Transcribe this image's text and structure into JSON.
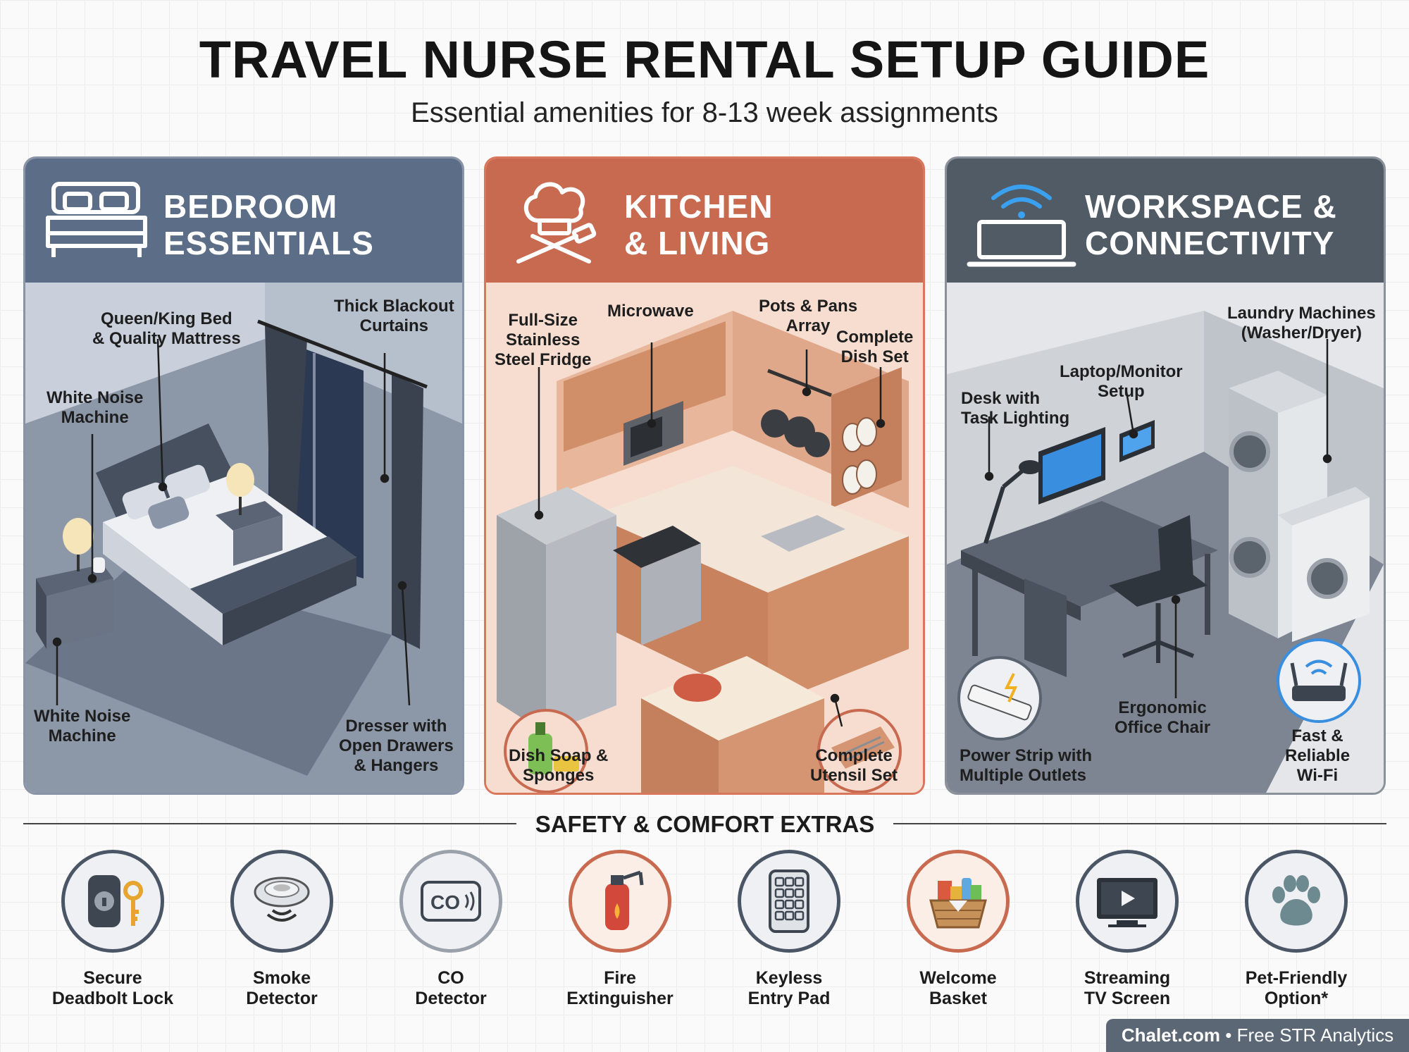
{
  "header": {
    "title": "TRAVEL NURSE RENTAL SETUP GUIDE",
    "subtitle": "Essential amenities for 8-13 week assignments"
  },
  "panels": [
    {
      "title_line1": "BEDROOM",
      "title_line2": "ESSENTIALS",
      "icon": "bed-icon",
      "color": "#5c6d87",
      "labels": [
        {
          "line1": "Queen/King Bed",
          "line2": "& Quality Mattress"
        },
        {
          "line1": "Thick Blackout",
          "line2": "Curtains"
        },
        {
          "line1": "White Noise",
          "line2": "Machine"
        },
        {
          "line1": "White Noise",
          "line2": "Machine"
        },
        {
          "line1": "Dresser with",
          "line2": "Open Drawers",
          "line3": "& Hangers"
        }
      ]
    },
    {
      "title_line1": "KITCHEN",
      "title_line2": "& LIVING",
      "icon": "chef-hat-utensils-icon",
      "color": "#c86a50",
      "labels": [
        {
          "line1": "Full-Size",
          "line2": "Stainless",
          "line3": "Steel Fridge"
        },
        {
          "line1": "Microwave"
        },
        {
          "line1": "Pots & Pans",
          "line2": "Array"
        },
        {
          "line1": "Complete",
          "line2": "Dish Set"
        },
        {
          "line1": "Dish Soap &",
          "line2": "Sponges"
        },
        {
          "line1": "Complete",
          "line2": "Utensil Set"
        }
      ]
    },
    {
      "title_line1": "WORKSPACE &",
      "title_line2": "CONNECTIVITY",
      "icon": "laptop-wifi-icon",
      "color": "#505b66",
      "labels": [
        {
          "line1": "Laundry Machines",
          "line2": "(Washer/Dryer)"
        },
        {
          "line1": "Laptop/Monitor",
          "line2": "Setup"
        },
        {
          "line1": "Desk with",
          "line2": "Task Lighting"
        },
        {
          "line1": "Ergonomic",
          "line2": "Office Chair"
        },
        {
          "line1": "Power Strip with",
          "line2": "Multiple Outlets"
        },
        {
          "line1": "Fast &",
          "line2": "Reliable",
          "line3": "Wi-Fi"
        }
      ]
    }
  ],
  "extras": {
    "title": "SAFETY & COMFORT EXTRAS",
    "items": [
      {
        "line1": "Secure",
        "line2": "Deadbolt Lock",
        "icon": "deadbolt-key-icon",
        "ring": "#4a5566"
      },
      {
        "line1": "Smoke",
        "line2": "Detector",
        "icon": "smoke-detector-icon",
        "ring": "#4a5566"
      },
      {
        "line1": "CO",
        "line2": "Detector",
        "icon": "co-detector-icon",
        "badge": "CO",
        "ring": "#4a5566"
      },
      {
        "line1": "Fire",
        "line2": "Extinguisher",
        "icon": "fire-extinguisher-icon",
        "ring": "#c86a50"
      },
      {
        "line1": "Keyless",
        "line2": "Entry Pad",
        "icon": "keypad-icon",
        "ring": "#4a5566"
      },
      {
        "line1": "Welcome",
        "line2": "Basket",
        "icon": "welcome-basket-icon",
        "ring": "#c86a50"
      },
      {
        "line1": "Streaming",
        "line2": "TV Screen",
        "icon": "tv-play-icon",
        "ring": "#4a5566"
      },
      {
        "line1": "Pet-Friendly",
        "line2": "Option*",
        "icon": "paw-icon",
        "ring": "#4a5566"
      }
    ]
  },
  "footer": {
    "brand": "Chalet.com",
    "separator": "•",
    "tagline": "Free STR Analytics"
  }
}
